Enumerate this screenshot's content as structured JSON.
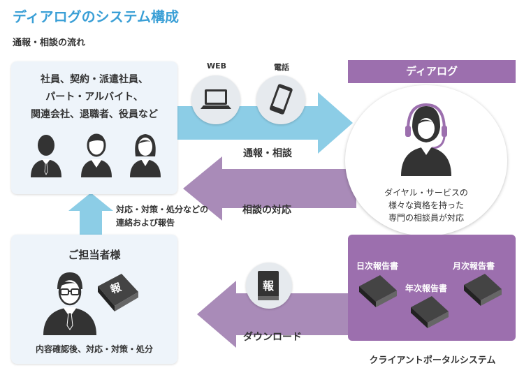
{
  "title": "ディアログのシステム構成",
  "subtitle": "通報・相談の流れ",
  "employees": {
    "lines": [
      "社員、契約・派遣社員、",
      "パート・アルバイト、",
      "関連会社、退職者、役員など"
    ]
  },
  "channels": {
    "web_label": "WEB",
    "phone_label": "電話"
  },
  "arrows": {
    "report_label": "通報・相談",
    "response_label": "相談の対応",
    "upward_label_1": "対応・対策・処分などの",
    "upward_label_2": "連絡および報告",
    "download_label": "ダウンロード"
  },
  "dialog": {
    "header": "ディアログ",
    "operator_lines": [
      "ダイヤル・サービスの",
      "様々な資格を持った",
      "専門の相談員が対応"
    ]
  },
  "contact": {
    "title": "ご担当者様",
    "caption": "内容確認後、対応・対策・処分",
    "book_glyph": "報"
  },
  "portal": {
    "daily": "日次報告書",
    "monthly": "月次報告書",
    "yearly": "年次報告書",
    "caption": "クライアントポータルシステム"
  },
  "colors": {
    "title": "#3a9fd6",
    "blue_arrow": "#8ccde6",
    "purple_arrow": "#a98bb8",
    "purple_box": "#9c6fae",
    "panel": "#eef4fa"
  }
}
